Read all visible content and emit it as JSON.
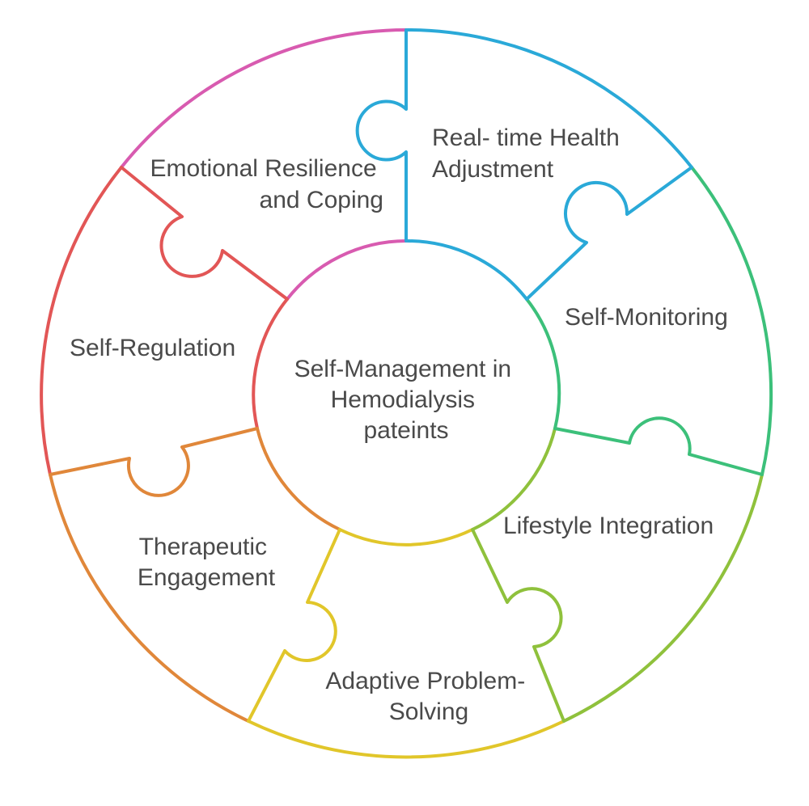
{
  "center": {
    "lines": [
      "Self-Management in",
      "Hemodialysis",
      "pateints"
    ]
  },
  "segments": [
    {
      "id": "realtime",
      "lines": [
        "Real- time Health",
        "Adjustment"
      ],
      "color": "#2aa9d8"
    },
    {
      "id": "selfmonitoring",
      "lines": [
        "Self-Monitoring"
      ],
      "color": "#3cc07a"
    },
    {
      "id": "lifestyle",
      "lines": [
        "Lifestyle Integration"
      ],
      "color": "#8fc13c"
    },
    {
      "id": "adaptive",
      "lines": [
        "Adaptive Problem-",
        "Solving"
      ],
      "color": "#e1c62a"
    },
    {
      "id": "therapeutic",
      "lines": [
        "Therapeutic",
        "Engagement"
      ],
      "color": "#e0873a"
    },
    {
      "id": "selfregulation",
      "lines": [
        "Self-Regulation"
      ],
      "color": "#e25656"
    },
    {
      "id": "emotional",
      "lines": [
        "Emotional Resilience",
        "and Coping"
      ],
      "color": "#d85bb0"
    }
  ]
}
